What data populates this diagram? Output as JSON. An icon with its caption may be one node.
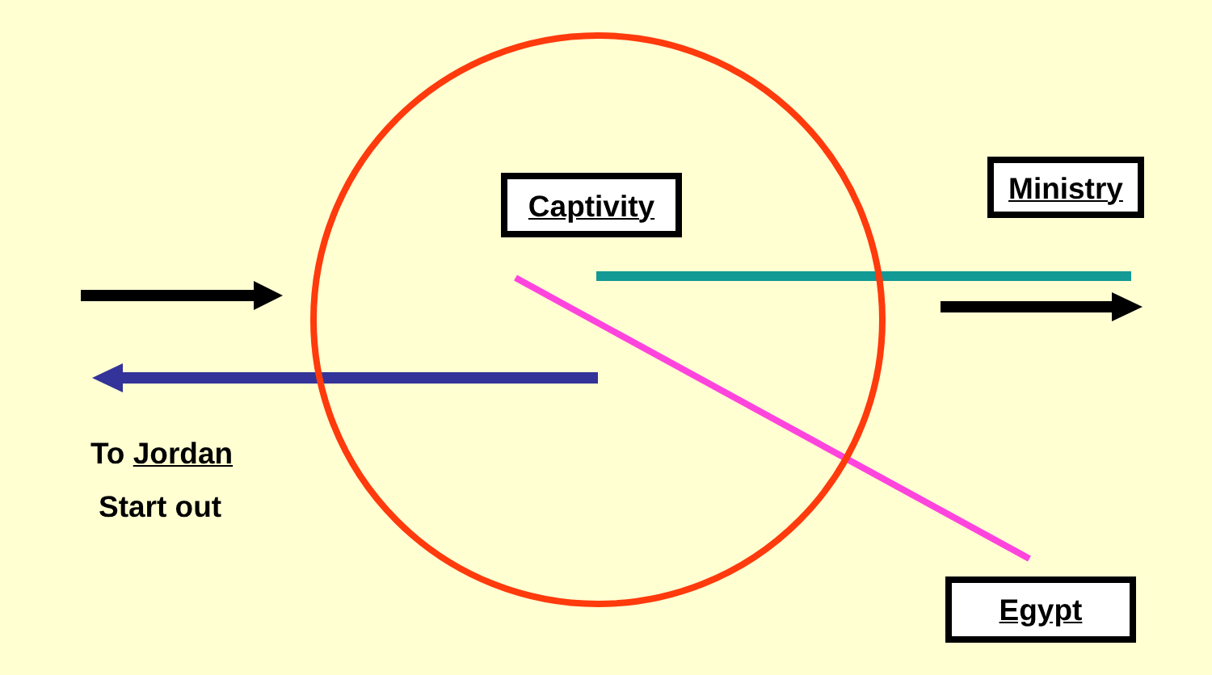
{
  "diagram": {
    "nodes": [
      {
        "text": [],
        "shape": "circle"
      },
      {
        "text": [
          "Captivity"
        ],
        "in": 0
      },
      {
        "text": [
          "Ministry"
        ]
      },
      {
        "text": [
          "Egypt"
        ]
      }
    ],
    "labels": [
      "To Jordan",
      "Start out"
    ]
  }
}
